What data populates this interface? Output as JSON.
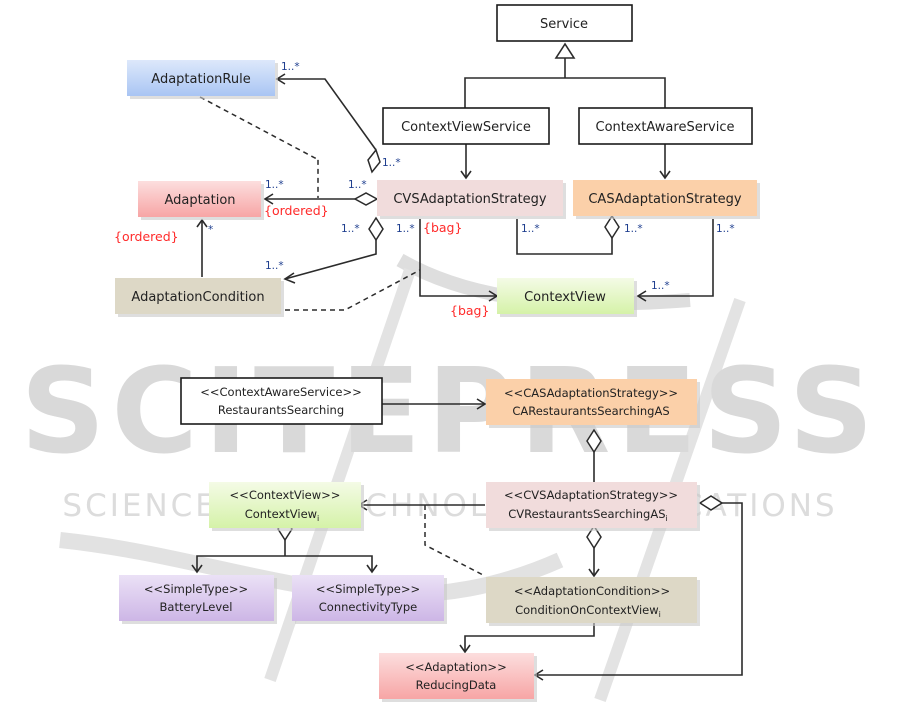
{
  "watermark": {
    "big": "SCITEPRESS",
    "small": "SCIENCE AND TECHNOLOGY PUBLICATIONS"
  },
  "colors": {
    "adaptation_rule": "#bcd3f7",
    "adaptation": "#f9b6b6",
    "cvs_strategy": "#f1dcdc",
    "cas_strategy": "#fbd0a9",
    "adaptation_condition": "#ddd8c6",
    "context_view": "#e3f6c4",
    "simple_type": "#dccbec",
    "constraint_text": "#ff2a2a",
    "multiplicity_text": "#1f3f8f"
  },
  "metamodel": {
    "service": "Service",
    "context_view_service": "ContextViewService",
    "context_aware_service": "ContextAwareService",
    "adaptation_rule": "AdaptationRule",
    "adaptation": "Adaptation",
    "cvs_adaptation_strategy": "CVSAdaptationStrategy",
    "cas_adaptation_strategy": "CASAdaptationStrategy",
    "adaptation_condition": "AdaptationCondition",
    "context_view": "ContextView"
  },
  "multiplicities": {
    "rule_end": "1..*",
    "cvs_rule_end": "1..*",
    "adaptation_end": "1..*",
    "cvs_adaptation_end": "1..*",
    "cvs_condition_end": "1..*",
    "condition_end": "1..*",
    "cvs_contextview_end": "1..*",
    "cvs_cas_end": "1..*",
    "cas_cvs_end": "1..*",
    "cas_contextview_end": "1..*",
    "contextview_cas_end": "1..*",
    "condition_adaptation_end": "*"
  },
  "constraints": {
    "ordered_1": "{ordered}",
    "ordered_2": "{ordered}",
    "bag_1": "{bag}",
    "bag_2": "{bag}"
  },
  "instance_model": {
    "restaurants_searching": {
      "stereotype": "<<ContextAwareService>>",
      "name": "RestaurantsSearching"
    },
    "ca_restaurants": {
      "stereotype": "<<CASAdaptationStrategy>>",
      "name": "CARestaurantsSearchingAS"
    },
    "context_view_i": {
      "stereotype": "<<ContextView>>",
      "name": "ContextView",
      "subscript": "i"
    },
    "cv_restaurants": {
      "stereotype": "<<CVSAdaptationStrategy>>",
      "name": "CVRestaurantsSearchingAS",
      "subscript": "i"
    },
    "battery_level": {
      "stereotype": "<<SimpleType>>",
      "name": "BatteryLevel"
    },
    "connectivity_type": {
      "stereotype": "<<SimpleType>>",
      "name": "ConnectivityType"
    },
    "condition_on_cv": {
      "stereotype": "<<AdaptationCondition>>",
      "name": "ConditionOnContextView",
      "subscript": "i"
    },
    "reducing_data": {
      "stereotype": "<<Adaptation>>",
      "name": "ReducingData"
    }
  }
}
